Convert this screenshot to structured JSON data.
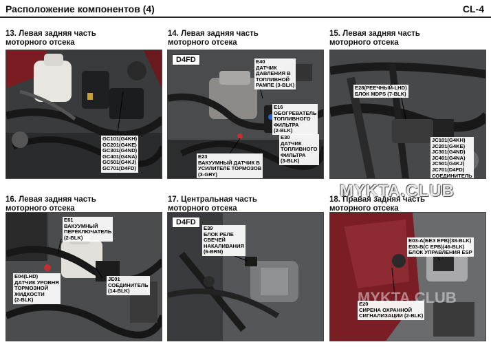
{
  "header": {
    "title": "Расположение компонентов (4)",
    "code": "CL-4"
  },
  "sections": [
    {
      "title": "13. Левая задняя часть\nмоторного отсека",
      "tag": "",
      "labels": [
        "GC101(G4KH)\nGC201(G4KE)\nGC301(G4ND)\nGC401(G4NA)\nGC501(G4KJ)\nGC701(D4FD)"
      ]
    },
    {
      "title": "14. Левая задняя часть\nмоторного отсека",
      "tag": "D4FD",
      "labels": [
        "E40\nДАТЧИК\nДАВЛЕНИЯ В\nТОПЛИВНОЙ\nРАМПЕ (3-BLK)",
        "E16\nОБОГРЕВАТЕЛЬ\nТОПЛИВНОГО\nФИЛЬТРА\n(2-BLK)",
        "E30\nДАТЧИК\nТОПЛИВНОГО\nФИЛЬТРА\n(3-BLK)",
        "E23\nВАКУУМНЫЙ ДАТЧИК В\nУСИЛИТЕЛЕ ТОРМОЗОВ\n(3-GRY)"
      ]
    },
    {
      "title": "15. Левая задняя часть\nмоторного отсека",
      "tag": "",
      "labels": [
        "E28(РЕЕЧНЫЙ-LHD)\nБЛОК MDPS (7-BLK)",
        "JC101(G4KH)\nJC201(G4KE)\nJC301(G4ND)\nJC401(G4NA)\nJC501(G4KJ)\nJC701(D4FD)\nСОЕДИНИТЕЛЬ"
      ]
    },
    {
      "title": "16. Левая задняя часть\nмоторного отсека",
      "tag": "",
      "labels": [
        "E61\nВАКУУМНЫЙ\nПЕРЕКЛЮЧАТЕЛЬ\n(2-BLK)",
        "E04(LHD)\nДАТЧИК УРОВНЯ\nТОРМОЗНОЙ\nЖИДКОСТИ\n(2-BLK)",
        "JE01\nСОЕДИНИТЕЛЬ\n(14-BLK)"
      ]
    },
    {
      "title": "17. Центральная часть\nмоторного отсека",
      "tag": "D4FD",
      "labels": [
        "E39\nБЛОК РЕЛЕ\nСВЕЧЕЙ\nНАКАЛИВАНИЯ\n(6-BRN)"
      ]
    },
    {
      "title": "18. Правая задняя часть\nмоторного отсека",
      "tag": "",
      "labels": [
        "E03-A(БЕЗ EPB)(38-BLK)\nE03-B(С EPB)(46-BLK)\nБЛОК УПРАВЛЕНИЯ ESP",
        "E20\nСИРЕНА ОХРАННОЙ\nСИГНАЛИЗАЦИИ (2-BLK)"
      ]
    }
  ],
  "watermarks": [
    "MYKTA.CLUB",
    "MYKTA.CLUB"
  ]
}
